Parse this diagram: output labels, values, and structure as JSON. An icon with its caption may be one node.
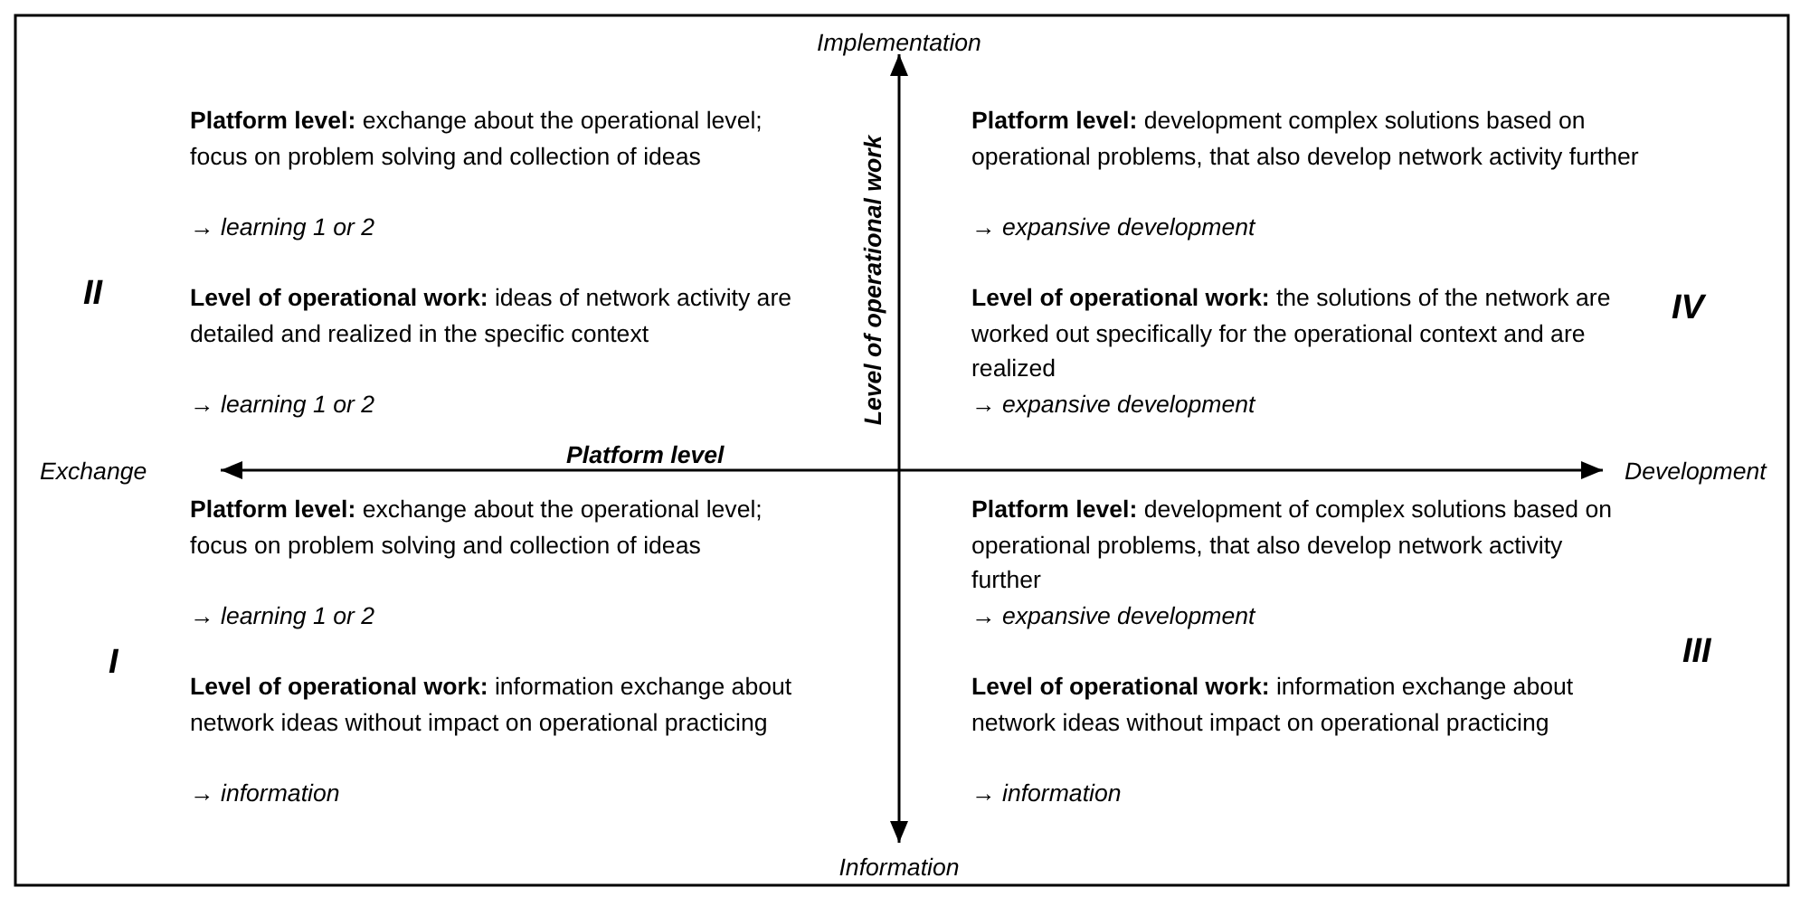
{
  "diagram": {
    "labels": [
      "Implementation",
      "II",
      "IV",
      "**Platform level:** exchange about the operational level; focus on problem solving and collection of ideas",
      "→ learning 1 or 2",
      "**Level of operational work:** ideas of network activity are detailed and realized in the specific context",
      "→ learning 1 or 2",
      "**Platform level:** development complex solutions based on operational problems, that also develop network activity further",
      "→ expansive development",
      "**Level of operational work:** the solutions of the network are worked out specifically for the operational context and are realized",
      "→ expansive development",
      "Level of operational work",
      "Platform level",
      "Exchange",
      "Development",
      "I",
      "III",
      "**Platform level:** exchange about the operational level; focus on problem solving and collection of ideas",
      "→ learning 1 or 2",
      "**Level of operational work:** information exchange about network ideas without impact on operational practicing",
      "→ information",
      "**Platform level:** development of complex solutions based on operational problems, that also develop network activity further",
      "→ expansive development",
      "**Level of operational work:** information exchange about network ideas without impact on operational practicing",
      "→ information",
      "Information"
    ]
  }
}
